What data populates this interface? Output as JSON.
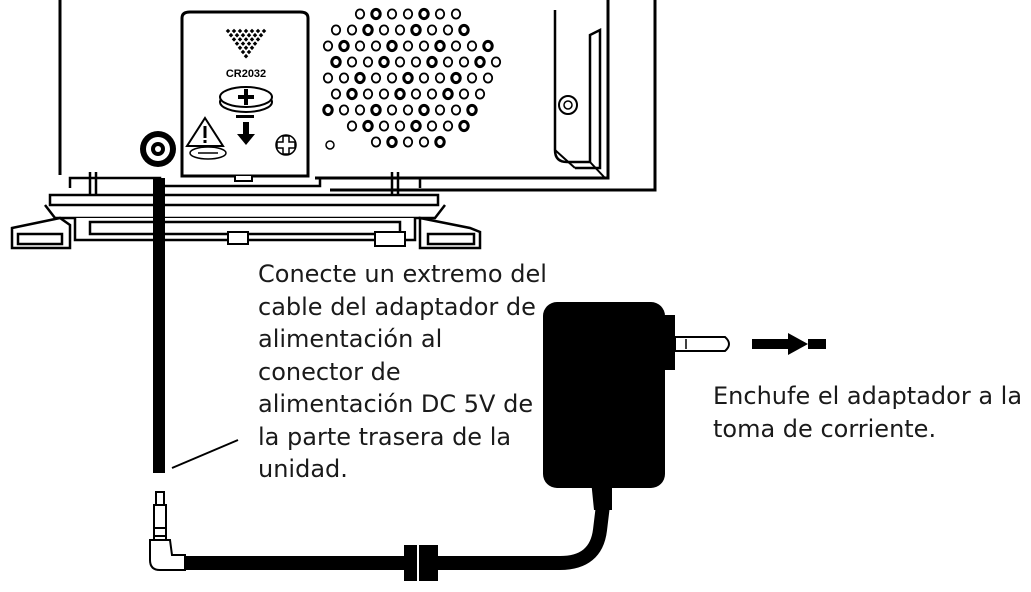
{
  "battery": {
    "model_label": "CR2032"
  },
  "instructions": {
    "connect_lines": [
      "Conecte un extremo del",
      "cable del adaptador de",
      "alimentación al",
      "conector de",
      "alimentación DC 5V de",
      "la parte trasera de la",
      "unidad."
    ],
    "plug_lines": [
      "Enchufe el adaptador a la",
      "toma de corriente."
    ]
  }
}
